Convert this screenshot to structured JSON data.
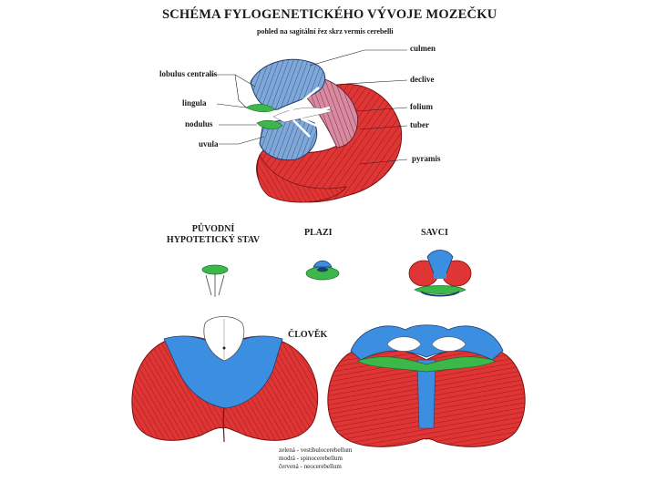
{
  "title": "SCHÉMA FYLOGENETICKÉHO VÝVOJE MOZEČKU",
  "subtitle": "pohled na sagitální řez skrz vermis cerebelli",
  "labels_left": {
    "lobulus_centralis": "lobulus centralis",
    "lingula": "lingula",
    "nodulus": "nodulus",
    "uvula": "uvula"
  },
  "labels_right": {
    "culmen": "culmen",
    "declive": "declive",
    "folium": "folium",
    "tuber": "tuber",
    "pyramis": "pyramis"
  },
  "stages": {
    "original_line1": "PŮVODNÍ",
    "original_line2": "HYPOTETICKÝ STAV",
    "reptiles": "PLAZI",
    "mammals": "SAVCI",
    "human": "ČLOVĚK"
  },
  "legend": {
    "green": "zelená - vestibulocerebellum",
    "blue": "modrá - spinocerebellum",
    "red": "červená - neocerebellum"
  },
  "colors": {
    "vestibulocerebellum": "#3cb84a",
    "spinocerebellum": "#3b8ee0",
    "neocerebellum": "#e03535",
    "sagittal_blue": "#7fa8d8",
    "sagittal_pink": "#d98aa0"
  }
}
